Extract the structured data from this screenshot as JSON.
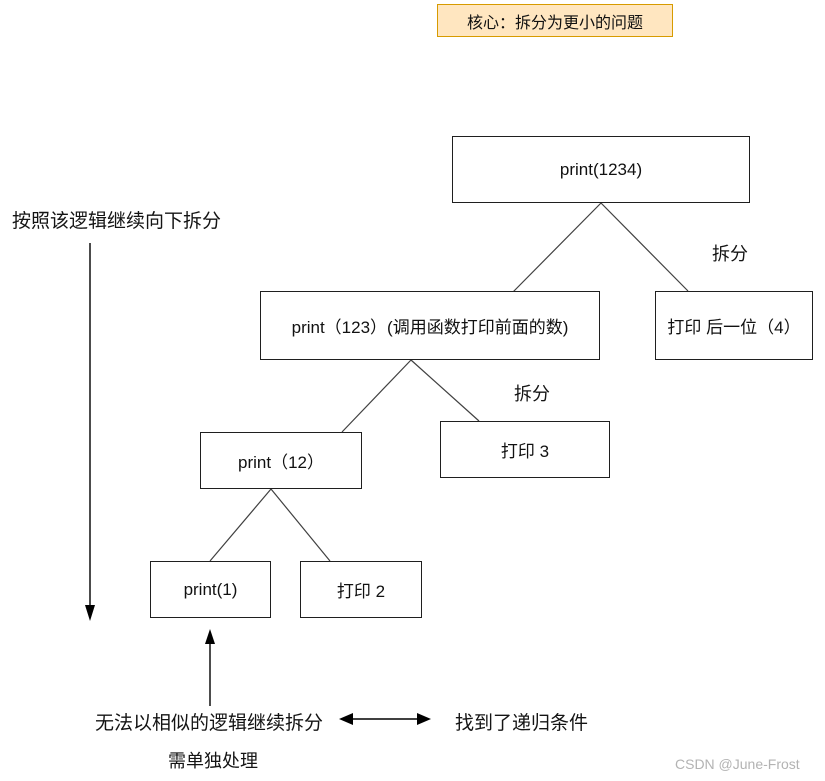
{
  "header": {
    "title": "核心：拆分为更小的问题",
    "title_bg_color": "#ffe6c0",
    "title_border_color": "#d79b00"
  },
  "tree": {
    "root": "print(1234)",
    "l2_left": "print（123）(调用函数打印前面的数)",
    "l2_right": "打印 后一位（4）",
    "l3_left": "print（12）",
    "l3_right": "打印 3",
    "l4_left": "print(1)",
    "l4_right": "打印 2",
    "split_label_1": "拆分",
    "split_label_2": "拆分",
    "line_color": "#404040"
  },
  "annotations": {
    "left_note": "按照该逻辑继续向下拆分",
    "bottom_left": "无法以相似的逻辑继续拆分",
    "bottom_right": "找到了递归条件",
    "bottom_note": "需单独处理",
    "watermark": "CSDN @June-Frost"
  }
}
